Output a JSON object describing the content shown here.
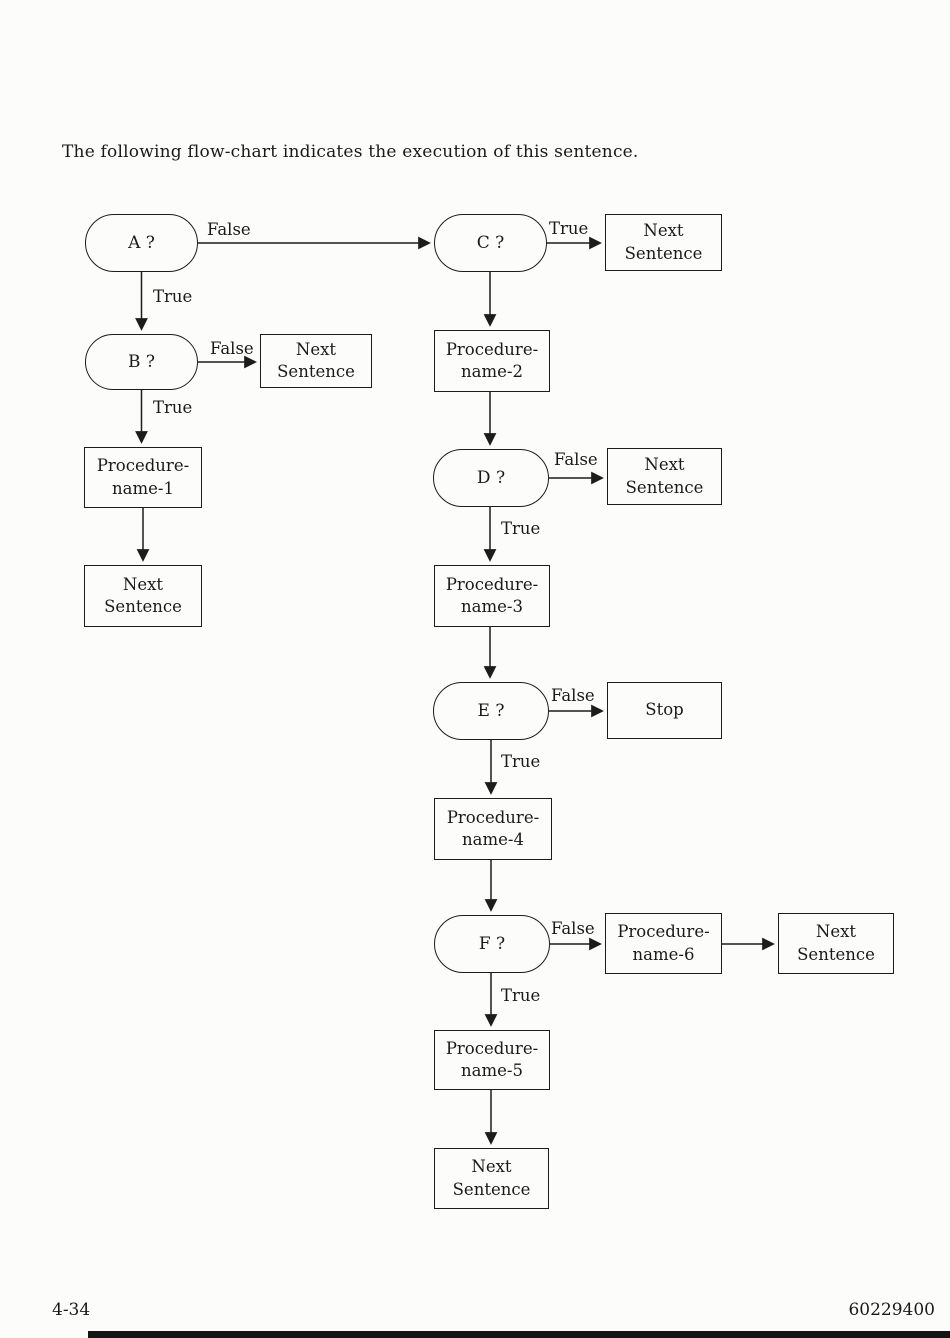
{
  "page": {
    "intro_text": "The following flow-chart indicates the execution of this sentence.",
    "footer_page_number": "4-34",
    "footer_doc_number": "60229400"
  },
  "diagram": {
    "decisions": {
      "a": "A ?",
      "b": "B ?",
      "c": "C ?",
      "d": "D ?",
      "e": "E ?",
      "f": "F ?"
    },
    "boxes": {
      "next_sentence_c": {
        "line1": "Next",
        "line2": "Sentence"
      },
      "next_sentence_b": {
        "line1": "Next",
        "line2": "Sentence"
      },
      "proc1": {
        "line1": "Procedure-",
        "line2": "name-1"
      },
      "next_sentence_left": {
        "line1": "Next",
        "line2": "Sentence"
      },
      "proc2": {
        "line1": "Procedure-",
        "line2": "name-2"
      },
      "next_sentence_d": {
        "line1": "Next",
        "line2": "Sentence"
      },
      "proc3": {
        "line1": "Procedure-",
        "line2": "name-3"
      },
      "stop": {
        "line1": "Stop"
      },
      "proc4": {
        "line1": "Procedure-",
        "line2": "name-4"
      },
      "proc6": {
        "line1": "Procedure-",
        "line2": "name-6"
      },
      "next_sentence_f": {
        "line1": "Next",
        "line2": "Sentence"
      },
      "proc5": {
        "line1": "Procedure-",
        "line2": "name-5"
      },
      "next_sentence_bottom": {
        "line1": "Next",
        "line2": "Sentence"
      }
    },
    "edge_labels": {
      "a_false": "False",
      "a_true": "True",
      "b_false": "False",
      "b_true": "True",
      "c_true": "True",
      "d_false": "False",
      "d_true": "True",
      "e_false": "False",
      "e_true": "True",
      "f_false": "False",
      "f_true": "True"
    }
  }
}
